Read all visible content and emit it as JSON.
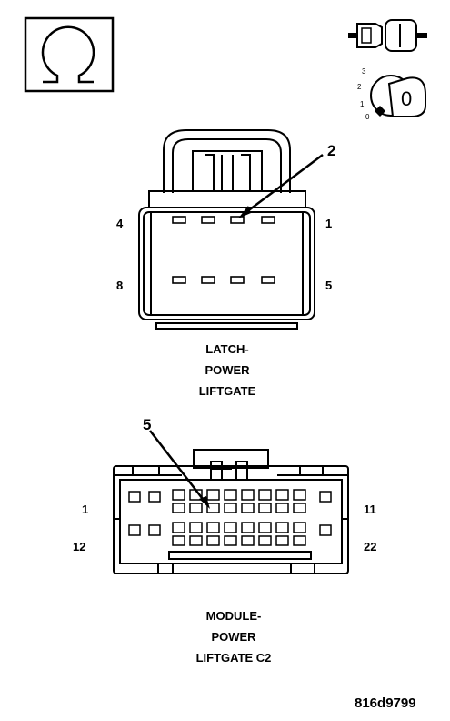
{
  "symbols": {
    "meter_icon": "ohm-meter-icon",
    "probe_icon": "backprobe-connector-icon",
    "ignition_icon": "ignition-switch-off-icon",
    "ignition_positions": [
      "3",
      "2",
      "1",
      "0"
    ],
    "ignition_key_label": "0"
  },
  "connector_latch": {
    "caption": [
      "LATCH-",
      "POWER",
      "LIFTGATE"
    ],
    "pin_labels": {
      "top_left": "4",
      "top_right": "1",
      "bottom_left": "8",
      "bottom_right": "5"
    },
    "callout": "2"
  },
  "connector_module": {
    "caption": [
      "MODULE-",
      "POWER",
      "LIFTGATE C2"
    ],
    "pin_labels": {
      "top_left": "1",
      "top_right": "11",
      "bottom_left": "12",
      "bottom_right": "22"
    },
    "callout": "5"
  },
  "figure_id": "816d9799"
}
